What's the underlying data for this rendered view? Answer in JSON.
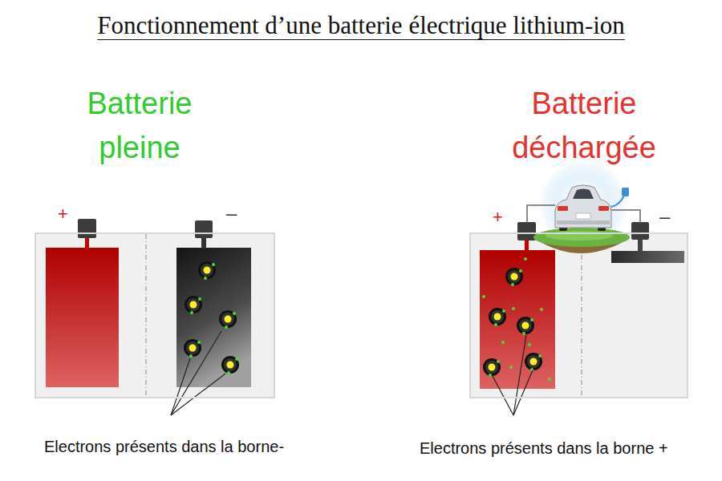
{
  "diagram": {
    "title": "Fonctionnement d’une batterie électrique lithium-ion",
    "nodes": [
      {
        "text": [
          "Batterie pleine"
        ]
      },
      {
        "text": [
          "Batterie déchargée"
        ]
      }
    ],
    "labels": [
      "+",
      "–",
      "+",
      "–",
      "Electrons présents dans la borne-",
      "Electrons présents dans la borne +"
    ]
  }
}
